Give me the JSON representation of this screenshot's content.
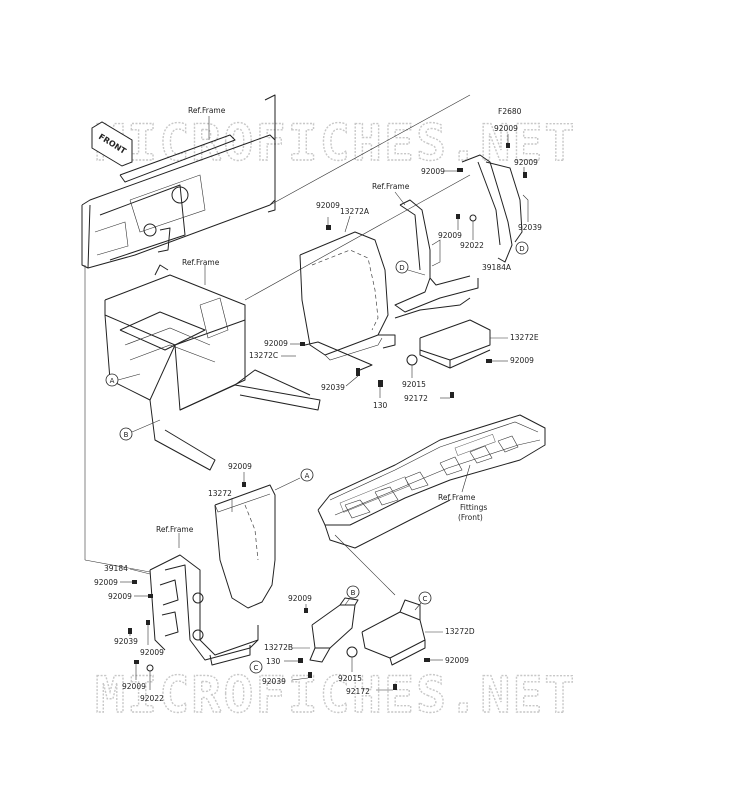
{
  "watermarks": [
    "MICROFICHES.NET",
    "MICROFICHES.NET"
  ],
  "front_arrow": "FRONT",
  "ref_frame_labels": [
    "Ref.Frame",
    "Ref.Frame",
    "Ref.Frame",
    "Ref.Frame"
  ],
  "ref_frame_fittings": [
    "Ref.Frame",
    "Fittings",
    "(Front)"
  ],
  "figure_code": "F2680",
  "part_numbers": {
    "p1": "92009",
    "p2": "92009",
    "p3": "92009",
    "p4": "92009",
    "p5": "92022",
    "p6": "39184A",
    "p7": "92039",
    "p8": "92009",
    "p9": "13272A",
    "p10": "92009",
    "p11": "13272C",
    "p12": "92039",
    "p13": "130",
    "p14": "92015",
    "p15": "92172",
    "p16": "13272E",
    "p17": "92009",
    "p18": "92009",
    "p19": "13272",
    "p20": "39184",
    "p21": "92009",
    "p22": "92009",
    "p23": "92039",
    "p24": "92009",
    "p25": "92009",
    "p26": "92022",
    "p27": "92009",
    "p28": "13272B",
    "p29": "130",
    "p30": "92039",
    "p31": "92015",
    "p32": "92172",
    "p33": "13272D",
    "p34": "92009"
  },
  "callouts": [
    "A",
    "B",
    "D",
    "D",
    "A",
    "B",
    "C",
    "C"
  ]
}
